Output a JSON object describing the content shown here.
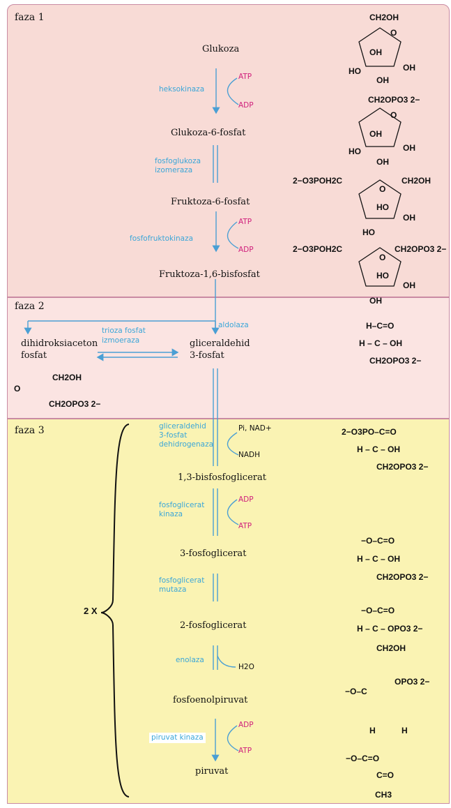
{
  "phases": {
    "p1": "faza 1",
    "p2": "faza 2",
    "p3": "faza 3"
  },
  "metabolites": {
    "glukoza": "Glukoza",
    "g6p": "Glukoza-6-fosfat",
    "f6p": "Fruktoza-6-fosfat",
    "f16bp": "Fruktoza-1,6-bisfosfat",
    "dhap": [
      "dihidroksiaceton",
      "fosfat"
    ],
    "g3p": [
      "gliceraldehid",
      "3-fosfat"
    ],
    "bpg13": "1,3-bisfosfoglicerat",
    "pg3": "3-fosfoglicerat",
    "pg2": "2-fosfoglicerat",
    "pep": "fosfoenolpiruvat",
    "pyruvate": "piruvat"
  },
  "enzymes": {
    "hexokinase": "heksokinaza",
    "pgi": [
      "fosfoglukoza",
      "izomeraza"
    ],
    "pfk": "fosfofruktokinaza",
    "aldolase": "aldolaza",
    "tpi": [
      "trioza fosfat",
      "izmoeraza"
    ],
    "gapdh": [
      "gliceraldehid",
      "3-fosfat",
      "dehidrogenaza"
    ],
    "pgk": [
      "fosfoglicerat",
      "kinaza"
    ],
    "pgm": [
      "fosfoglicerat",
      "mutaza"
    ],
    "enolase": "enolaza",
    "pk": "piruvat kinaza"
  },
  "cofactors": {
    "atp1": "ATP",
    "adp1": "ADP",
    "atp2": "ATP",
    "adp2": "ADP",
    "pi_nad": "Pi, NAD+",
    "nadh": "NADH",
    "adp3": "ADP",
    "atp3": "ATP",
    "h2o": "H2O",
    "adp4": "ADP",
    "atp4": "ATP"
  },
  "multiplier": "2 X",
  "structures": {
    "glc_ch2oh": "CH2OH",
    "glc_o": "O",
    "glc_oh1": "OH",
    "glc_ho": "HO",
    "glc_oh2": "OH",
    "glc_oh3": "OH",
    "g6p_ch2": "CH2OPO3 2−",
    "g6p_o": "O",
    "g6p_oh1": "OH",
    "g6p_ho": "HO",
    "g6p_oh2": "OH",
    "g6p_oh3": "OH",
    "f6p_left": "2−O3POH2C",
    "f6p_right": "CH2OH",
    "f6p_o": "O",
    "f6p_ho": "HO",
    "f6p_oh": "OH",
    "f6p_ho2": "HO",
    "f16_left": "2−O3POH2C",
    "f16_right": "CH2OPO3 2−",
    "f16_o": "O",
    "f16_ho": "HO",
    "f16_oh": "OH",
    "f16_oh2": "OH",
    "gap_top": "H–C=O",
    "gap_mid": "H – C – OH",
    "gap_bot": "CH2OPO3 2−",
    "dhap_top": "CH2OH",
    "dhap_o": "O",
    "dhap_bot": "CH2OPO3 2−",
    "bpg_top": "2−O3PO–C=O",
    "bpg_mid": "H – C – OH",
    "bpg_bot": "CH2OPO3 2−",
    "pg3_top": "−O–C=O",
    "pg3_mid": "H – C – OH",
    "pg3_bot": "CH2OPO3 2−",
    "pg2_top": "−O–C=O",
    "pg2_mid": "H – C – OPO3 2−",
    "pg2_bot": "CH2OH",
    "pep_top": "−O–C",
    "pep_opo": "OPO3 2−",
    "pep_h1": "H",
    "pep_h2": "H",
    "pyr_top": "−O–C=O",
    "pyr_mid": "C=O",
    "pyr_bot": "CH3"
  },
  "colors": {
    "phase1": "#f8dbd6",
    "phase2": "#fbe4e2",
    "phase3": "#faf3b3",
    "arrow": "#4a9fd4",
    "enzyme": "#3aa6d8",
    "cofactor": "#d0207c"
  }
}
